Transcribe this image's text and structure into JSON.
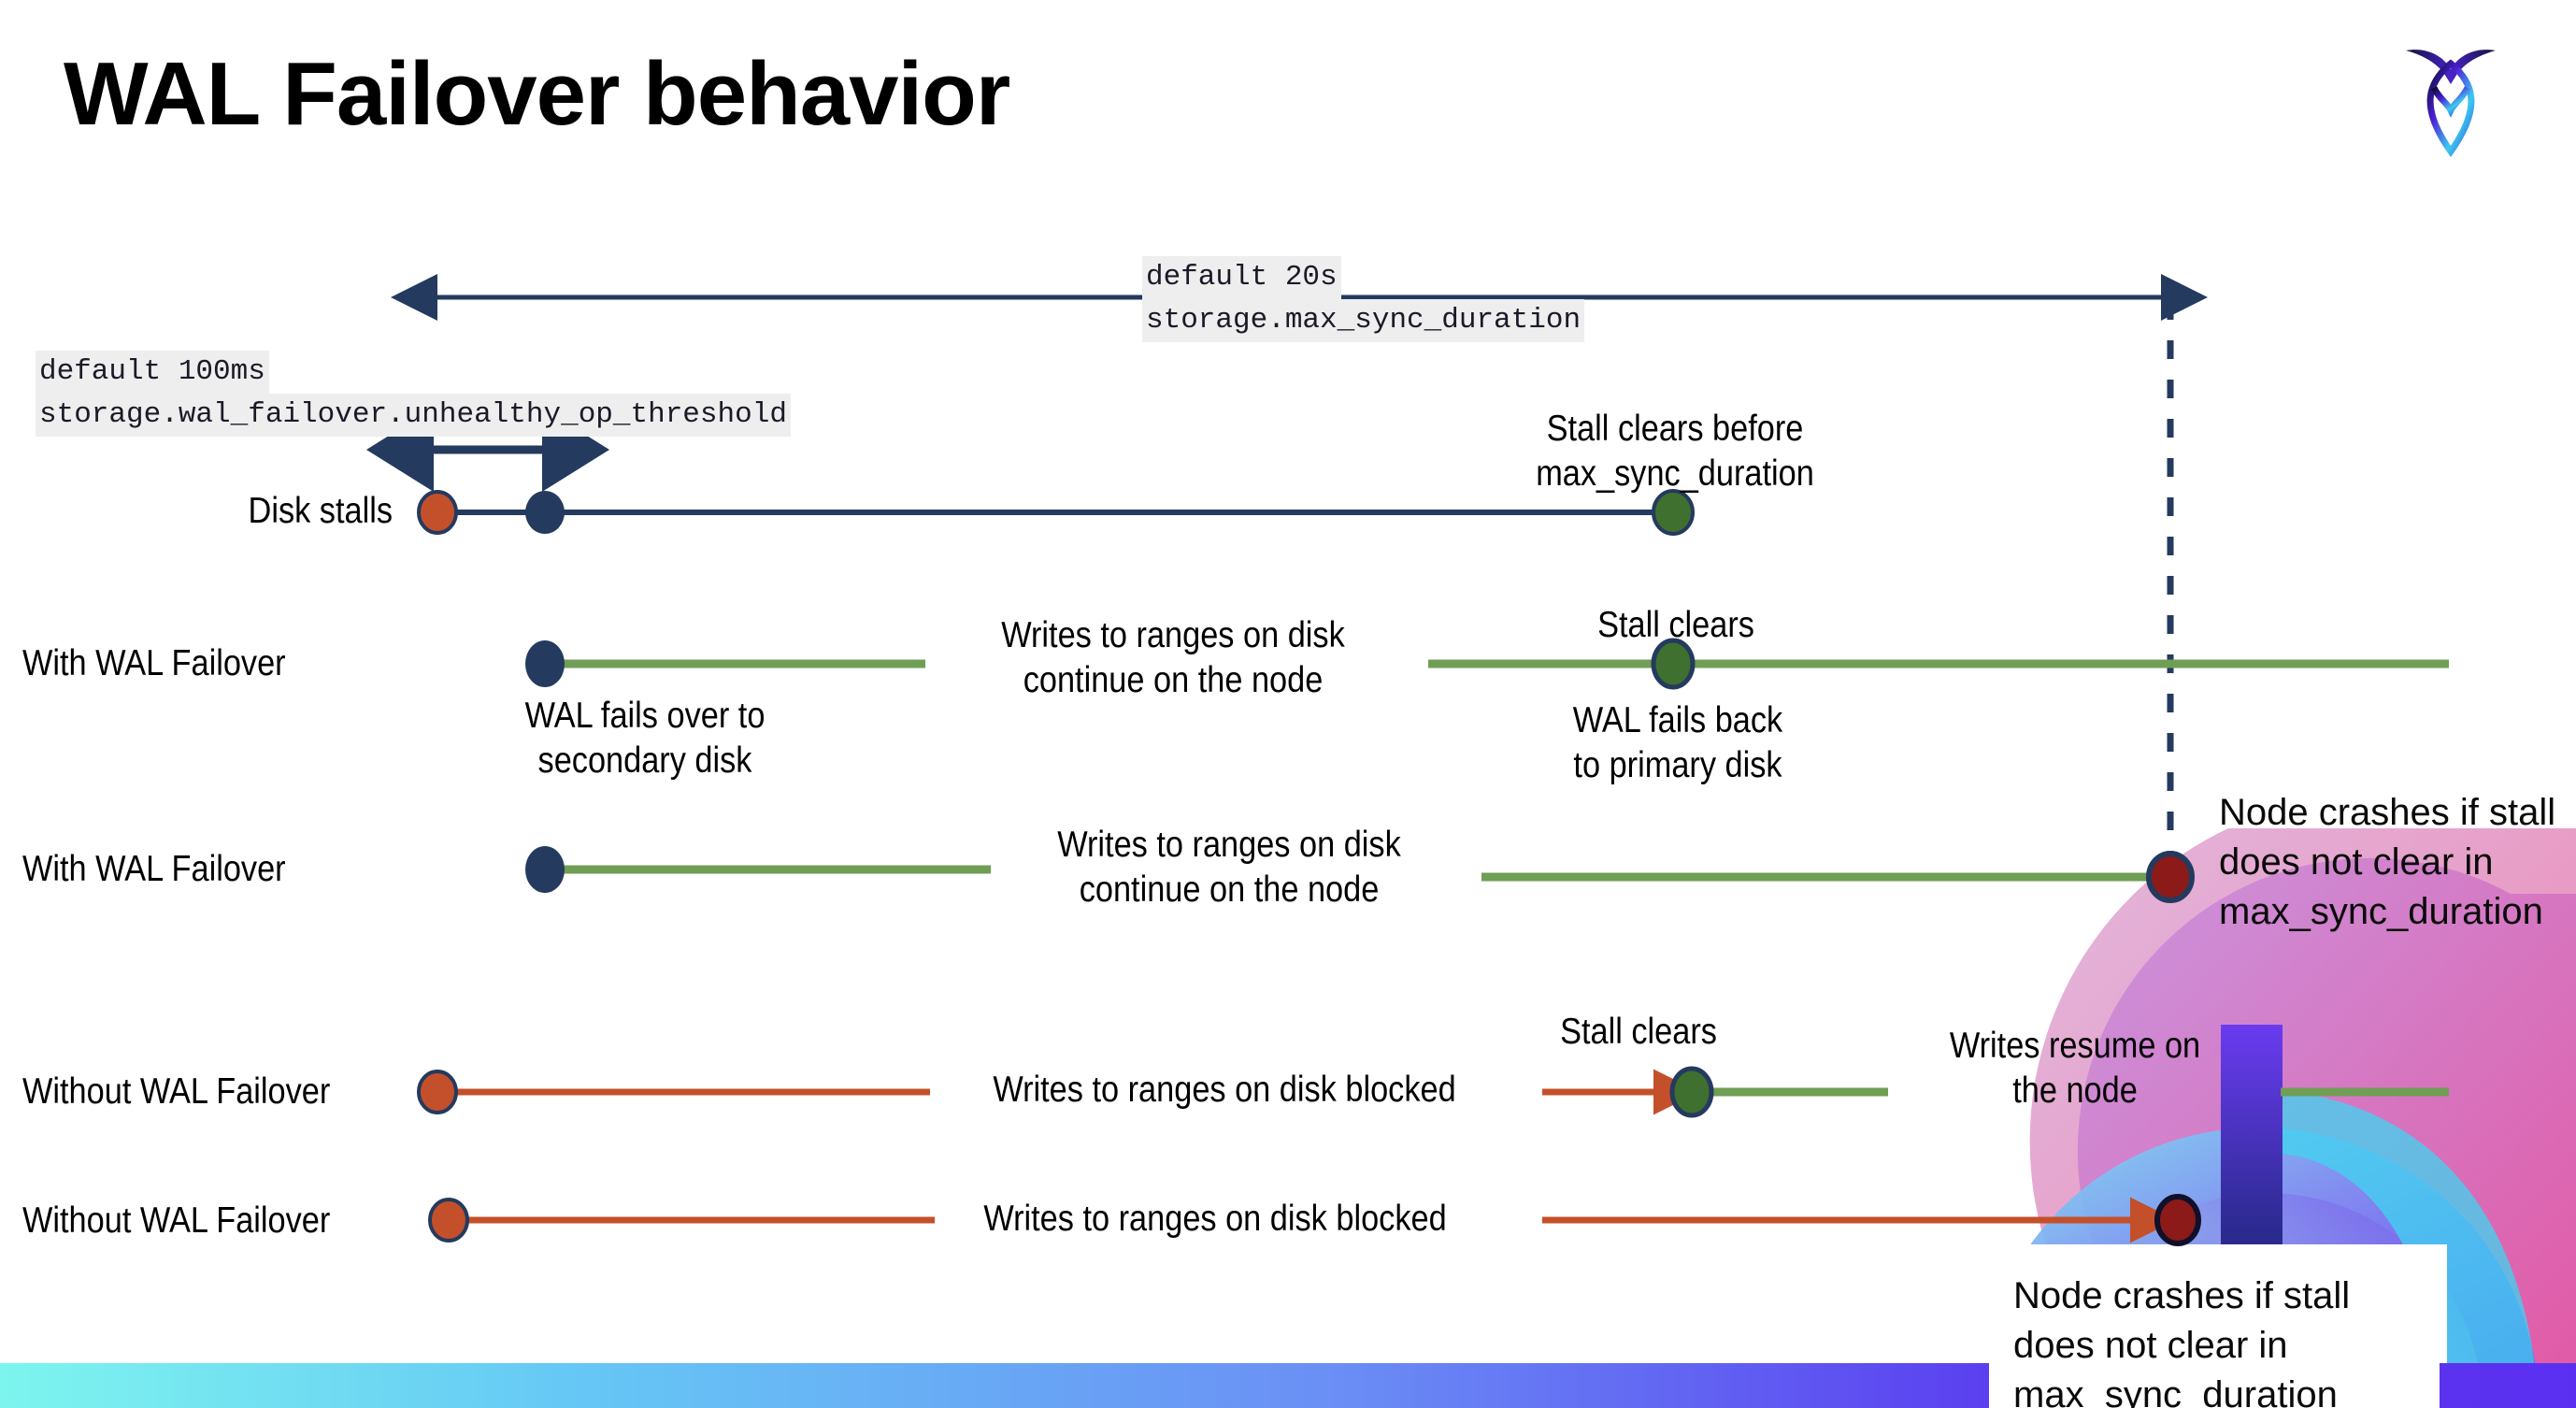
{
  "slide": {
    "title": "WAL Failover behavior",
    "logo_name": "cockroachdb-logo",
    "accent_colors": {
      "navy": "#243A5E",
      "green": "#6F9E54",
      "orange": "#C4502B",
      "dark_red": "#8C1A18",
      "olive_dot": "#3F7030",
      "code_bg": "#EEEEEE"
    }
  },
  "annotations": {
    "max_sync": {
      "default": "default 20s",
      "setting": "storage.max_sync_duration"
    },
    "unhealthy_op": {
      "default": "default 100ms",
      "setting": "storage.wal_failover.unhealthy_op_threshold"
    }
  },
  "rows": [
    {
      "id": "disk-stalls",
      "label": "Disk stalls",
      "above_note": "Stall clears before\nmax_sync_duration"
    },
    {
      "id": "with-wal-failover-1",
      "label": "With WAL Failover",
      "start_note": "WAL fails over to\nsecondary disk",
      "middle_note": "Writes to ranges on disk\ncontinue on the node",
      "clear_note": "Stall clears",
      "end_note": "WAL fails  back\nto primary disk"
    },
    {
      "id": "with-wal-failover-2",
      "label": "With WAL Failover",
      "middle_note": "Writes to ranges on disk\ncontinue on the node",
      "crash_note": "Node crashes if stall\ndoes not clear in\nmax_sync_duration"
    },
    {
      "id": "without-wal-failover-1",
      "label": "Without WAL Failover",
      "middle_note": "Writes to ranges on disk  blocked",
      "clear_note": "Stall clears",
      "resume_note": "Writes resume on\nthe node"
    },
    {
      "id": "without-wal-failover-2",
      "label": "Without WAL Failover",
      "middle_note": "Writes to ranges on disk  blocked",
      "crash_note": "Node crashes if stall\ndoes not clear in\nmax_sync_duration"
    }
  ]
}
